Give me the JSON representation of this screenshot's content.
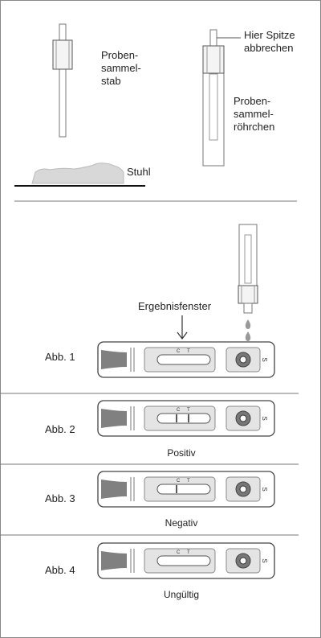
{
  "collection": {
    "stick_label": "Proben-\nsammel-\nstab",
    "stool_label": "Stuhl",
    "break_tip_label": "Hier Spitze\nabbrechen",
    "tube_label": "Proben-\nsammel-\nröhrchen"
  },
  "result_window_label": "Ergebnisfenster",
  "cassette_marks": {
    "control": "C",
    "test": "T",
    "sample": "S"
  },
  "figures": [
    {
      "label": "Abb. 1",
      "caption": "",
      "lines": "none"
    },
    {
      "label": "Abb. 2",
      "caption": "Positiv",
      "lines": "C+T"
    },
    {
      "label": "Abb. 3",
      "caption": "Negativ",
      "lines": "C"
    },
    {
      "label": "Abb. 4",
      "caption": "Ungültig",
      "lines": "none"
    }
  ]
}
